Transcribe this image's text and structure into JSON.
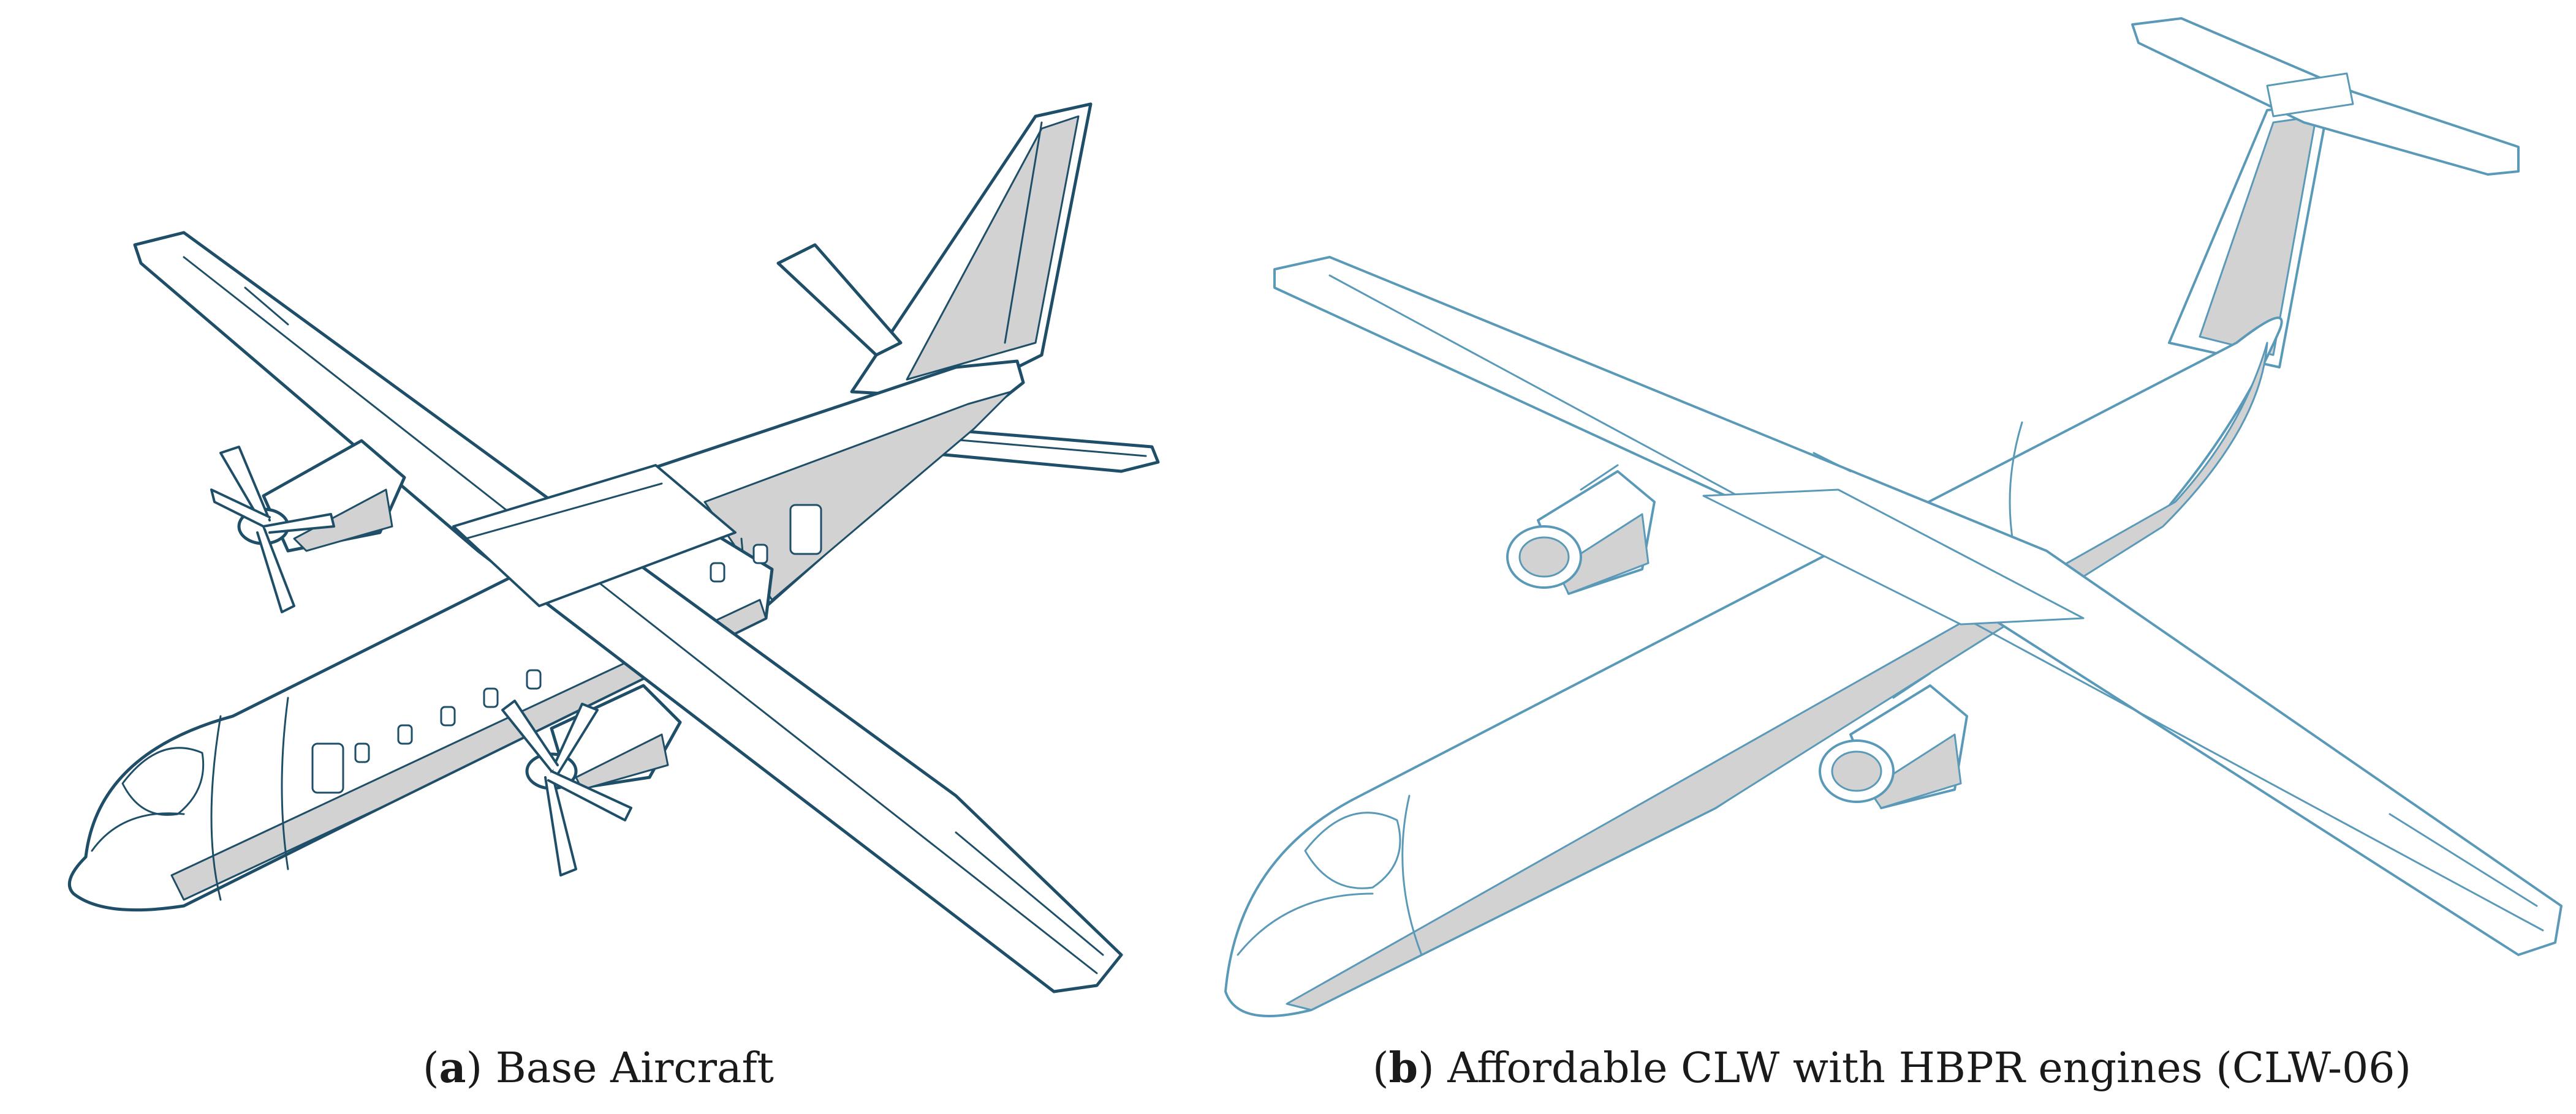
{
  "figure": {
    "subfigures": [
      {
        "letter": "a",
        "caption": "Base Aircraft"
      },
      {
        "letter": "b",
        "caption": "Affordable CLW with HBPR engines (CLW-06)"
      }
    ]
  },
  "colors": {
    "outline_dark": "#1f4f68",
    "outline_light": "#5a9ab8",
    "shade": "#d2d2d2",
    "surface": "#ffffff"
  }
}
